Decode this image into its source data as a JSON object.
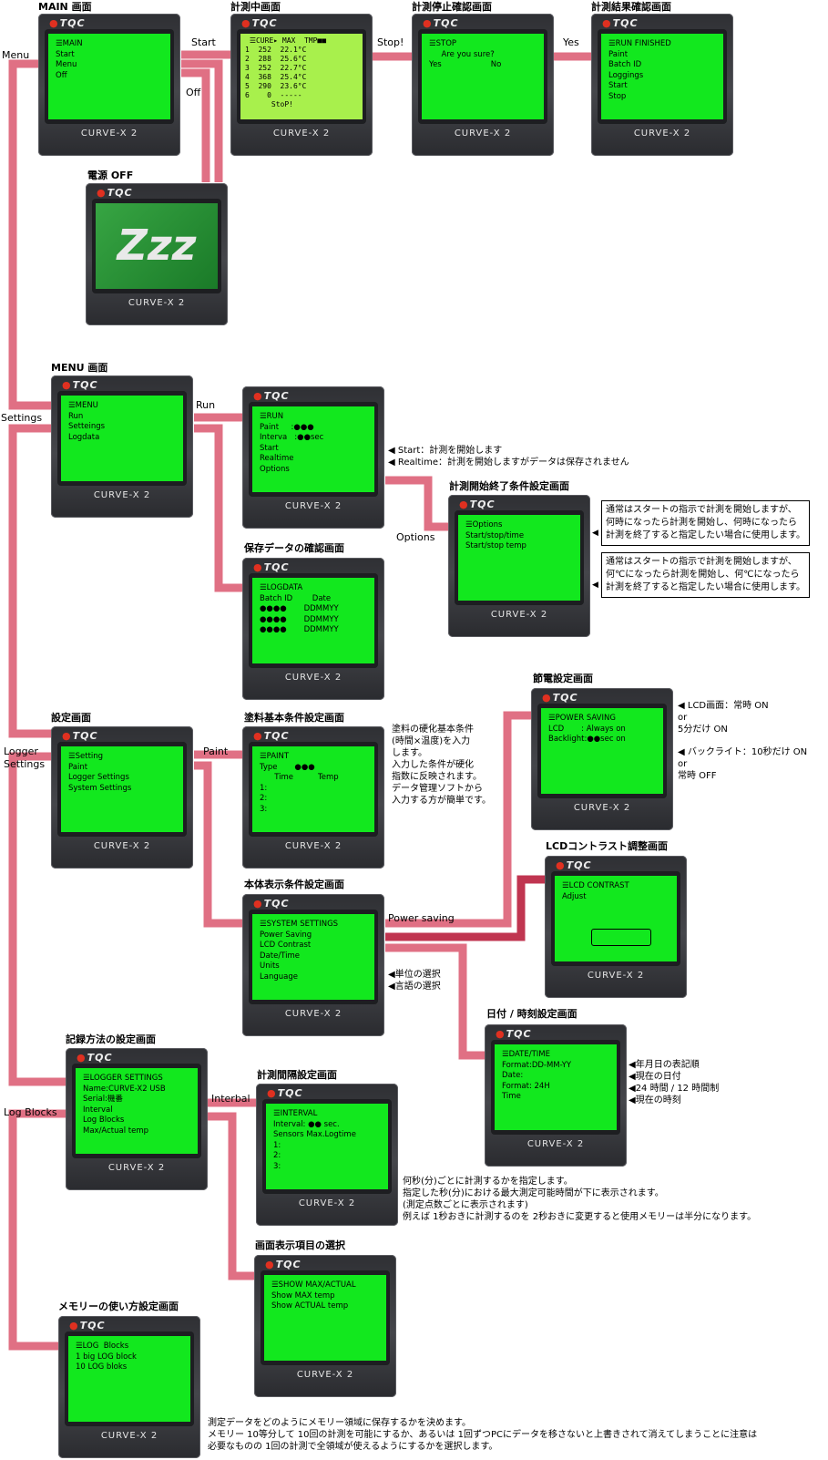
{
  "colors": {
    "wire": "#e07084",
    "wire_dark": "#c03550",
    "lcd": "#12e81e"
  },
  "device_brand": "CURVE-X 2",
  "logo_text": "TQC",
  "screens": [
    {
      "id": "main",
      "title": "MAIN 画面",
      "lines": [
        "☰MAIN",
        "Start",
        "Menu",
        "Off"
      ]
    },
    {
      "id": "measuring",
      "title": "計測中画面",
      "lines": [
        " ☰CURE▸ MAX  TMP■■",
        "1  252  22.1°C",
        "2  288  25.6°C",
        "3  252  22.7°C",
        "4  368  25.4°C",
        "5  290  23.6°C",
        "6    0  -----",
        "      StoP!"
      ]
    },
    {
      "id": "stop",
      "title": "計測停止確認画面",
      "lines": [
        "☰STOP",
        "",
        "     Are you sure?",
        "",
        "",
        "Yes                    No"
      ]
    },
    {
      "id": "finished",
      "title": "計測結果確認画面",
      "lines": [
        "☰RUN FINISHED",
        "Paint",
        "Batch ID",
        "Loggings",
        "Start",
        "Stop"
      ]
    },
    {
      "id": "off",
      "title": "電源 OFF",
      "lines": [
        "Zzz"
      ]
    },
    {
      "id": "menu",
      "title": "MENU 画面",
      "lines": [
        "☰MENU",
        "Run",
        "Setteings",
        "Logdata"
      ]
    },
    {
      "id": "run",
      "title": "",
      "lines": [
        "☰RUN",
        "Paint     :●●●",
        "Interva   :●●sec",
        "Start",
        "Realtime",
        "Options"
      ]
    },
    {
      "id": "options",
      "title": "計測開始終了条件設定画面",
      "lines": [
        "☰Options",
        "Start/stop/time",
        "Start/stop temp"
      ]
    },
    {
      "id": "logdata",
      "title": "保存データの確認画面",
      "lines": [
        "☰LOGDATA",
        "Batch ID        Date",
        "●●●●       DDMMYY",
        "●●●●       DDMMYY",
        "●●●●       DDMMYY"
      ]
    },
    {
      "id": "setting",
      "title": "設定画面",
      "lines": [
        "☰Setting",
        "Paint",
        "Logger Settings",
        "System Settings"
      ]
    },
    {
      "id": "paint",
      "title": "塗料基本条件設定画面",
      "lines": [
        "☰PAINT",
        "Type       ●●●",
        "      Time          Temp",
        "1:",
        "2:",
        "3:"
      ]
    },
    {
      "id": "power",
      "title": "節電設定画面",
      "lines": [
        "☰POWER SAVING",
        "LCD       : Always on",
        "",
        "Backlight:●●sec on"
      ]
    },
    {
      "id": "contrast",
      "title": "LCDコントラスト調整画面",
      "lines": [
        "☰LCD CONTRAST",
        "Adjust"
      ]
    },
    {
      "id": "system",
      "title": "本体表示条件設定画面",
      "lines": [
        "☰SYSTEM SETTINGS",
        "Power Saving",
        "LCD Contrast",
        "Date/Time",
        "Units",
        "Language"
      ]
    },
    {
      "id": "datetime",
      "title": "日付 / 時刻設定画面",
      "lines": [
        "☰DATE/TIME",
        "Format:DD-MM-YY",
        "Date:",
        "",
        "Format: 24H",
        "Time"
      ]
    },
    {
      "id": "logger",
      "title": "記録方法の設定画面",
      "lines": [
        "☰LOGGER SETTINGS",
        "Name:CURVE-X2 USB",
        "Serial:機番",
        "Interval",
        "Log Blocks",
        "Max/Actual temp"
      ]
    },
    {
      "id": "interval",
      "title": "計測間隔設定画面",
      "lines": [
        "☰INTERVAL",
        "Interval: ●● sec.",
        "Sensors Max.Logtime",
        "1:",
        "2:",
        "3:"
      ]
    },
    {
      "id": "showmax",
      "title": "画面表示項目の選択",
      "lines": [
        "☰SHOW MAX/ACTUAL",
        "Show MAX temp",
        "Show ACTUAL temp"
      ]
    },
    {
      "id": "logblocks",
      "title": "メモリーの使い方設定画面",
      "lines": [
        "☰LOG  Blocks",
        "1 big LOG block",
        "10 LOG bloks"
      ]
    }
  ],
  "edge_labels": {
    "menu": "Menu",
    "start": "Start",
    "stop": "Stop!",
    "yes": "Yes",
    "off": "Off",
    "settings": "Settings",
    "run": "Run",
    "options": "Options",
    "logger_settings": [
      "Logger",
      "Settings"
    ],
    "paint": "Paint",
    "power_saving": "Power saving",
    "log_blocks": "Log Blocks",
    "interbal": "Interbal"
  },
  "notes": {
    "run": [
      "◀ Start：計測を開始します",
      "◀ Realtime：計測を開始しますがデータは保存されません"
    ],
    "options_box1": [
      "通常はスタートの指示で計測を開始しますが、",
      "何時になったら計測を開始し、何時になったら",
      "計測を終了すると指定したい場合に使用します。"
    ],
    "options_box2": [
      "通常はスタートの指示で計測を開始しますが、",
      "何℃になったら計測を開始し、何℃になったら",
      "計測を終了すると指定したい場合に使用します。"
    ],
    "paint": [
      "塗料の硬化基本条件",
      "(時間×温度)を入力",
      "します。",
      "入力した条件が硬化",
      "指数に反映されます。",
      "データ管理ソフトから",
      "入力する方が簡単です。"
    ],
    "power_lcd": [
      "◀ LCD画面：常時 ON",
      "                    or",
      "                    5分だけ ON"
    ],
    "power_backlight": [
      "◀ バックライト：10秒だけ ON",
      "                          or",
      "                          常時 OFF"
    ],
    "system": [
      "◀単位の選択",
      "◀言語の選択"
    ],
    "datetime": [
      "◀年月日の表記順",
      "◀現在の日付",
      "",
      "◀24 時間 / 12 時間制",
      "◀現在の時刻"
    ],
    "interval": [
      "何秒(分)ごとに計測するかを指定します。",
      "指定した秒(分)における最大測定可能時間が下に表示されます。",
      "(測定点数ごとに表示されます)",
      "例えば 1秒おきに計測するのを 2秒おきに変更すると使用メモリーは半分になります。"
    ],
    "logblocks": [
      "測定データをどのようにメモリー領域に保存するかを決めます。",
      "メモリー 10等分して 10回の計測を可能にするか、あるいは 1回ずつPCにデータを移さないと上書きされて消えてしまうことに注意は",
      "必要なものの 1回の計測で全領域が使えるようにするかを選択します。"
    ]
  }
}
